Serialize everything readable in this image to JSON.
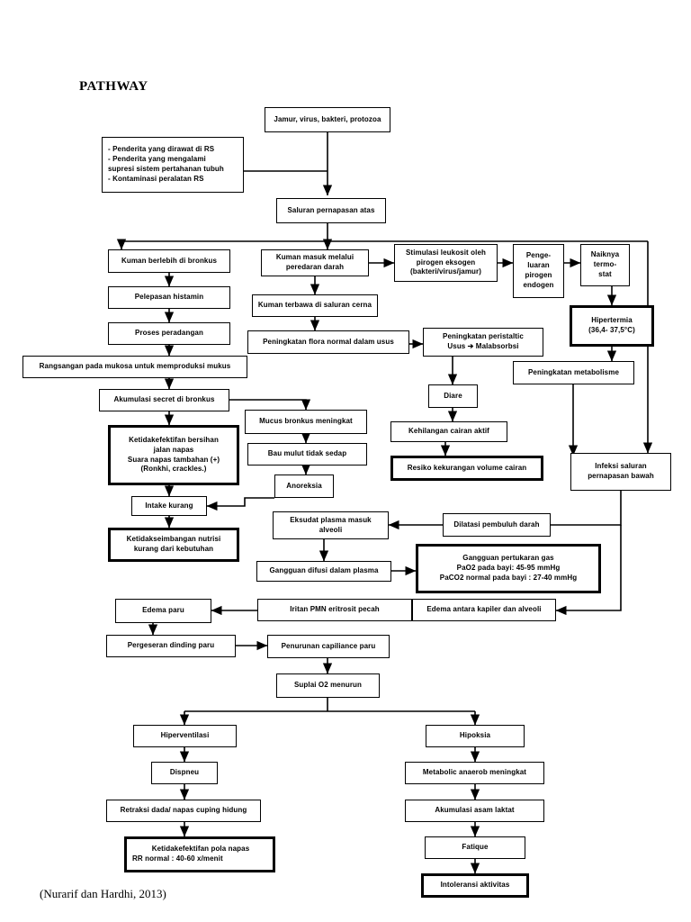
{
  "page": {
    "title": "PATHWAY",
    "citation": "(Nurarif dan Hardhi, 2013)"
  },
  "colors": {
    "background": "#ffffff",
    "stroke": "#000000",
    "text": "#000000"
  },
  "nodes": {
    "pathogen": {
      "lines": [
        "Jamur, virus, bakteri, protozoa"
      ]
    },
    "risk_factors": {
      "lines": [
        "-   Penderita yang dirawat di RS",
        "-  Penderita yang mengalami",
        "   supresi sistem pertahanan tubuh",
        "-  Kontaminasi peralatan RS"
      ]
    },
    "upper_airway": {
      "lines": [
        "Saluran pernapasan atas"
      ]
    },
    "germs_bronchus": {
      "lines": [
        "Kuman berlebih di bronkus"
      ]
    },
    "histamine": {
      "lines": [
        "Pelepasan histamin"
      ]
    },
    "inflammation": {
      "lines": [
        "Proses peradangan"
      ]
    },
    "mucosa_stim": {
      "lines": [
        "Rangsangan pada mukosa untuk memproduksi mukus"
      ]
    },
    "secret_accum": {
      "lines": [
        "Akumulasi secret di bronkus"
      ]
    },
    "airway_clearance": {
      "lines": [
        "Ketidakefektifan bersihan",
        "jalan napas",
        "Suara napas tambahan (+)",
        "(Ronkhi, crackles.)"
      ]
    },
    "germs_blood": {
      "lines": [
        "Kuman masuk melalui",
        "peredaran darah"
      ]
    },
    "germs_git": {
      "lines": [
        "Kuman terbawa di saluran cerna"
      ]
    },
    "flora_increase": {
      "lines": [
        "Peningkatan flora normal dalam usus"
      ]
    },
    "leukocyte_stim": {
      "lines": [
        "Stimulasi leukosit oleh",
        "pirogen eksogen",
        "(bakteri/virus/jamur)"
      ]
    },
    "pyrogen_release": {
      "lines": [
        "Penge-",
        "luaran",
        "pirogen",
        "endogen"
      ]
    },
    "thermostat": {
      "lines": [
        "Naiknya",
        "termo-",
        "stat"
      ]
    },
    "hyperthermia": {
      "lines": [
        "Hipertermia",
        "(36,4- 37,5°C)"
      ]
    },
    "peristaltic": {
      "lines": [
        "Peningkatan peristaltic",
        "Usus ➔ Malabsorbsi"
      ]
    },
    "metabolism": {
      "lines": [
        "Peningkatan metabolisme"
      ]
    },
    "diarrhea": {
      "lines": [
        "Diare"
      ]
    },
    "fluid_loss": {
      "lines": [
        "Kehilangan cairan aktif"
      ]
    },
    "fluid_volume_risk": {
      "lines": [
        "Resiko kekurangan volume cairan"
      ]
    },
    "lower_infection": {
      "lines": [
        "Infeksi saluran",
        "pernapasan bawah"
      ]
    },
    "mucus_increase": {
      "lines": [
        "Mucus bronkus meningkat"
      ]
    },
    "bad_breath": {
      "lines": [
        "Bau mulut tidak sedap"
      ]
    },
    "anorexia": {
      "lines": [
        "Anoreksia"
      ]
    },
    "intake_low": {
      "lines": [
        "Intake kurang"
      ]
    },
    "nutrition_imbalance": {
      "lines": [
        "Ketidakseimbangan nutrisi",
        "kurang dari kebutuhan"
      ]
    },
    "vessel_dilation": {
      "lines": [
        "Dilatasi pembuluh darah"
      ]
    },
    "exudate_alveoli": {
      "lines": [
        "Eksudat plasma masuk",
        "alveoli"
      ]
    },
    "diffusion_problem": {
      "lines": [
        "Gangguan difusi dalam plasma"
      ]
    },
    "gas_exchange": {
      "lines": [
        "Gangguan pertukaran gas",
        "PaO2 pada bayi: 45-95  mmHg",
        "PaCO2 normal pada bayi : 27-40 mmHg"
      ]
    },
    "pmn_irritation": {
      "lines": [
        "Iritan PMN eritrosit pecah"
      ]
    },
    "capillary_edema": {
      "lines": [
        "Edema antara kapiler dan alveoli"
      ]
    },
    "lung_edema": {
      "lines": [
        "Edema paru"
      ]
    },
    "wall_shift": {
      "lines": [
        "Pergeseran dinding paru"
      ]
    },
    "compliance_drop": {
      "lines": [
        "Penurunan capiliance paru"
      ]
    },
    "oxygen_supply": {
      "lines": [
        "Suplai O2 menurun"
      ]
    },
    "hyperventilation": {
      "lines": [
        "Hiperventilasi"
      ]
    },
    "dyspnea": {
      "lines": [
        "Dispneu"
      ]
    },
    "retraction": {
      "lines": [
        "Retraksi dada/ napas cuping hidung"
      ]
    },
    "breathing_pattern": {
      "lines": [
        "Ketidakefektifan pola napas",
        "RR normal    : 40-60 x/menit"
      ]
    },
    "hypoxia": {
      "lines": [
        "Hipoksia"
      ]
    },
    "anaerobic": {
      "lines": [
        "Metabolic anaerob meningkat"
      ]
    },
    "lactic_acid": {
      "lines": [
        "Akumulasi asam laktat"
      ]
    },
    "fatigue": {
      "lines": [
        "Fatique"
      ]
    },
    "activity_intolerance": {
      "lines": [
        "Intoleransi aktivitas"
      ]
    }
  }
}
